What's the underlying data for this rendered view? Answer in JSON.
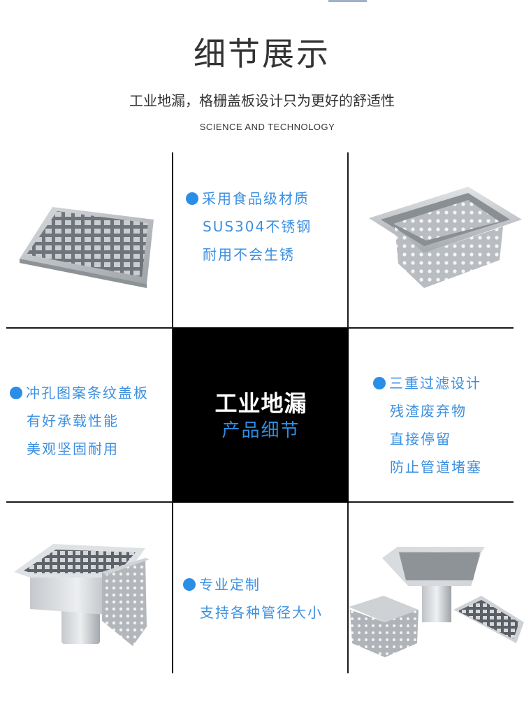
{
  "header": {
    "title": "细节展示",
    "subtitle": "工业地漏，格栅盖板设计只为更好的舒适性",
    "english": "SCIENCE AND TECHNOLOGY"
  },
  "center": {
    "title": "工业地漏",
    "subtitle": "产品细节"
  },
  "features": {
    "material": [
      "采用食品级材质",
      "SUS304不锈钢",
      "耐用不会生锈"
    ],
    "cover": [
      "冲孔图案条纹盖板",
      "有好承载性能",
      "美观坚固耐用"
    ],
    "filter": [
      "三重过滤设计",
      "残渣废弃物",
      "直接停留",
      "防止管道堵塞"
    ],
    "custom": [
      "专业定制",
      "支持各种管径大小"
    ]
  },
  "colors": {
    "accent": "#2b8ee6",
    "text": "#333333",
    "grid_line": "#1a1a1a",
    "center_bg": "#000000"
  }
}
